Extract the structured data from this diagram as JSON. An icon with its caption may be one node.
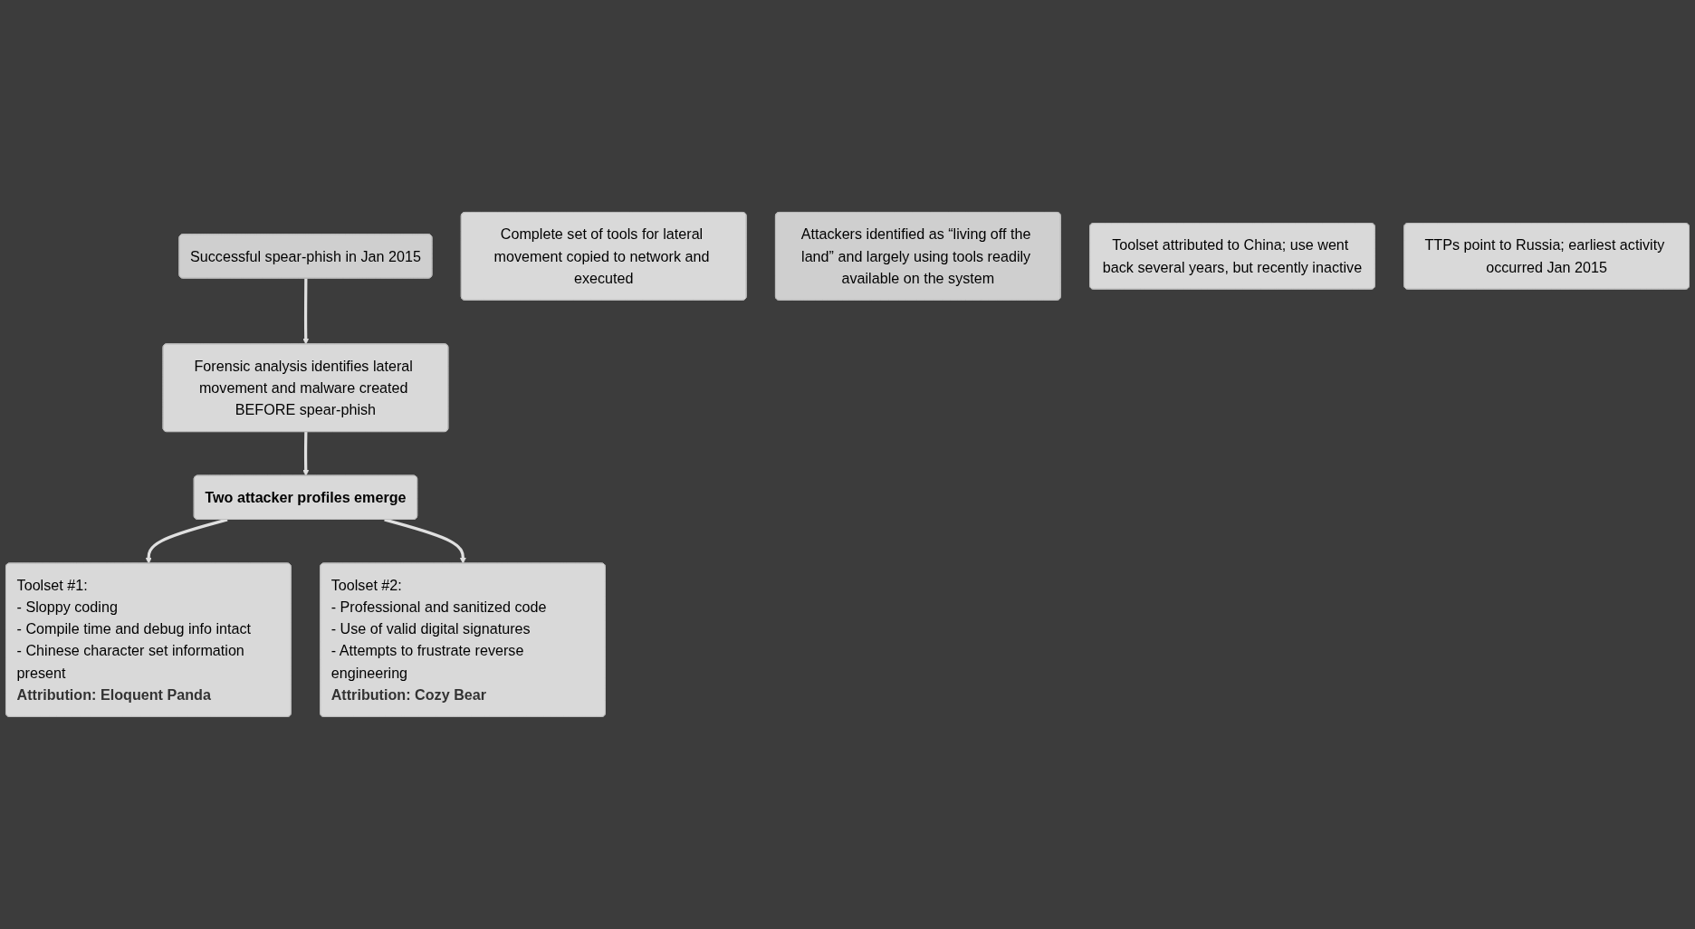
{
  "diagram": {
    "nodes": [
      {
        "text": [
          "Successful spear-phish in Jan 2015"
        ]
      },
      {
        "text": [
          "Complete set of tools for lateral movement copied to network and executed"
        ]
      },
      {
        "text": [
          "Attackers identified as “living off the land” and largely using tools readily available on the system"
        ]
      },
      {
        "text": [
          "Forensic analysis identifies lateral movement and malware created BEFORE spear-phish"
        ]
      },
      {
        "text": [
          "Toolset attributed to China; use went back several years, but recently inactive"
        ]
      },
      {
        "text": [
          "TTPs point to Russia; earliest activity occurred Jan 2015"
        ]
      },
      {
        "text": [
          "Two attacker profiles emerge"
        ]
      },
      {
        "text": [
          "Toolset #1:",
          "- Sloppy coding",
          "- Compile time and debug info intact",
          "- Chinese character set information present",
          "Attribution: Eloquent Panda"
        ]
      },
      {
        "text": [
          "Toolset #2:",
          "- Professional and sanitized code",
          "- Use of valid digital signatures",
          "- Attempts to frustrate reverse engineering",
          "Attribution: Cozy Bear"
        ]
      }
    ],
    "edges": [
      {
        "from": 0,
        "to": 3,
        "arrow": "to"
      },
      {
        "from": 3,
        "to": 6,
        "arrow": "to"
      },
      {
        "from": 6,
        "to": 7,
        "arrow": "to"
      },
      {
        "from": 6,
        "to": 8,
        "arrow": "to"
      }
    ]
  }
}
